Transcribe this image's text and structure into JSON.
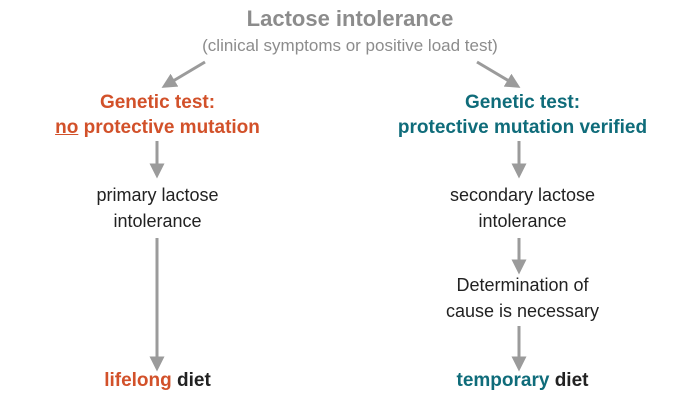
{
  "colors": {
    "title_gray": "#8c8c8c",
    "left_accent": "#d2512a",
    "right_accent": "#0f6c7a",
    "arrow_gray": "#9b9b9b",
    "text_dark": "#222222"
  },
  "title": "Lactose intolerance",
  "subtitle": "(clinical symptoms or positive load test)",
  "left": {
    "heading_line1": "Genetic test:",
    "heading_line2_underlined": "no",
    "heading_line2_rest": "protective mutation",
    "diagnosis_line1": "primary lactose",
    "diagnosis_line2": "intolerance",
    "outcome_colored": "lifelong",
    "outcome_plain": "diet"
  },
  "right": {
    "heading_line1": "Genetic test:",
    "heading_line2": "protective mutation verified",
    "diagnosis_line1": "secondary lactose",
    "diagnosis_line2": "intolerance",
    "step_line1": "Determination of",
    "step_line2": "cause is necessary",
    "outcome_colored": "temporary",
    "outcome_plain": "diet"
  }
}
